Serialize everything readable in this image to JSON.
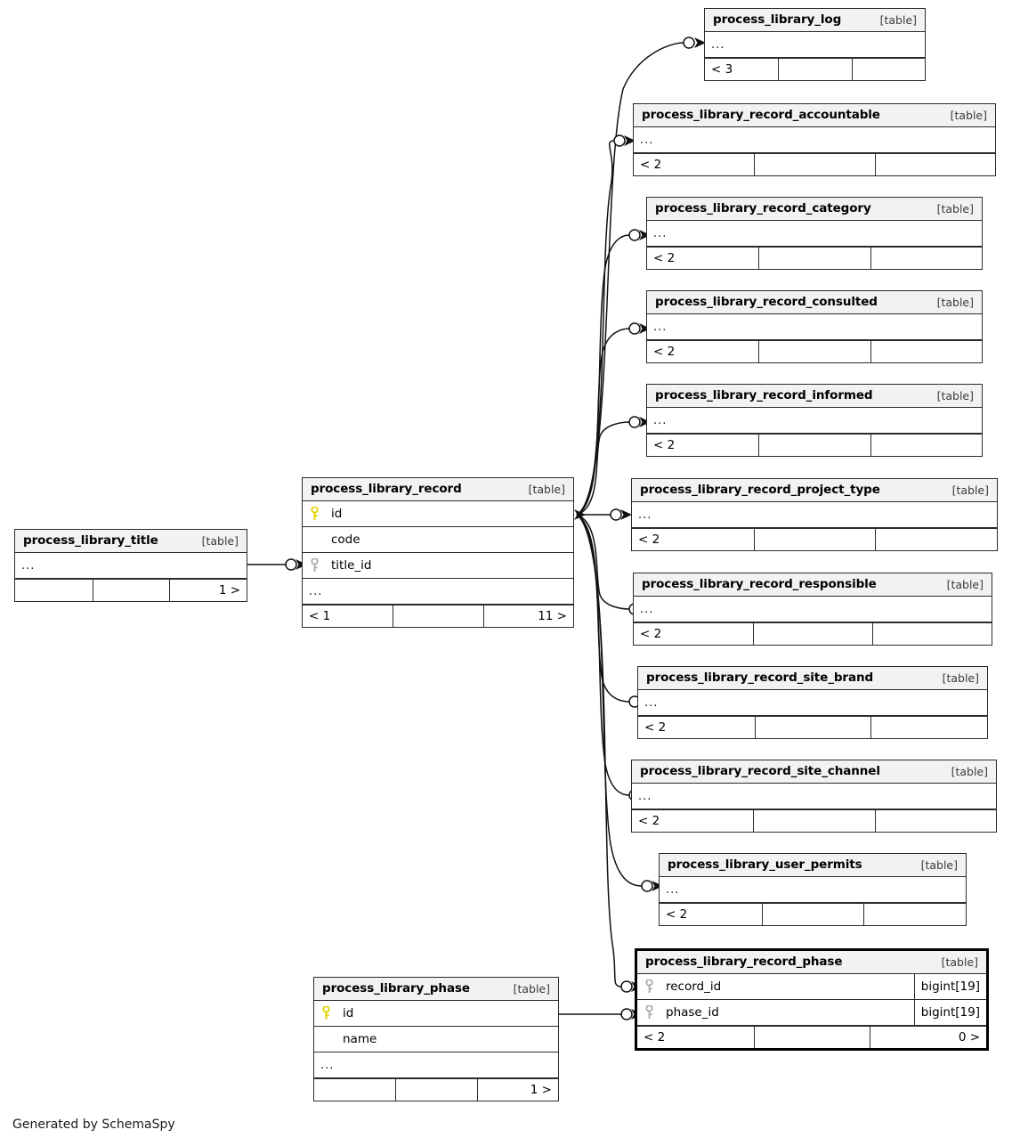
{
  "diagram": {
    "generator_note": "Generated by SchemaSpy",
    "table_tag": "[table]",
    "ellipsis": "...",
    "colors": {
      "header_bg": "#f2f2f2",
      "border": "#2b2b2b",
      "pk_key": "#e8d61e",
      "fk_key": "#a9a9a9",
      "focus_border": "#000000",
      "edge": "#1a1a1a"
    }
  },
  "tables": {
    "process_library_log": {
      "name": "process_library_log",
      "tag": "[table]",
      "rows": [
        {
          "key": "none",
          "name": "...",
          "type": ""
        }
      ],
      "footer": [
        "< 3",
        "",
        ""
      ],
      "focus": false
    },
    "process_library_record_accountable": {
      "name": "process_library_record_accountable",
      "tag": "[table]",
      "rows": [
        {
          "key": "none",
          "name": "...",
          "type": ""
        }
      ],
      "footer": [
        "< 2",
        "",
        ""
      ],
      "focus": false
    },
    "process_library_record_category": {
      "name": "process_library_record_category",
      "tag": "[table]",
      "rows": [
        {
          "key": "none",
          "name": "...",
          "type": ""
        }
      ],
      "footer": [
        "< 2",
        "",
        ""
      ],
      "focus": false
    },
    "process_library_record_consulted": {
      "name": "process_library_record_consulted",
      "tag": "[table]",
      "rows": [
        {
          "key": "none",
          "name": "...",
          "type": ""
        }
      ],
      "footer": [
        "< 2",
        "",
        ""
      ],
      "focus": false
    },
    "process_library_record_informed": {
      "name": "process_library_record_informed",
      "tag": "[table]",
      "rows": [
        {
          "key": "none",
          "name": "...",
          "type": ""
        }
      ],
      "footer": [
        "< 2",
        "",
        ""
      ],
      "focus": false
    },
    "process_library_record_project_type": {
      "name": "process_library_record_project_type",
      "tag": "[table]",
      "rows": [
        {
          "key": "none",
          "name": "...",
          "type": ""
        }
      ],
      "footer": [
        "< 2",
        "",
        ""
      ],
      "focus": false
    },
    "process_library_record_responsible": {
      "name": "process_library_record_responsible",
      "tag": "[table]",
      "rows": [
        {
          "key": "none",
          "name": "...",
          "type": ""
        }
      ],
      "footer": [
        "< 2",
        "",
        ""
      ],
      "focus": false
    },
    "process_library_record_site_brand": {
      "name": "process_library_record_site_brand",
      "tag": "[table]",
      "rows": [
        {
          "key": "none",
          "name": "...",
          "type": ""
        }
      ],
      "footer": [
        "< 2",
        "",
        ""
      ],
      "focus": false
    },
    "process_library_record_site_channel": {
      "name": "process_library_record_site_channel",
      "tag": "[table]",
      "rows": [
        {
          "key": "none",
          "name": "...",
          "type": ""
        }
      ],
      "footer": [
        "< 2",
        "",
        ""
      ],
      "focus": false
    },
    "process_library_user_permits": {
      "name": "process_library_user_permits",
      "tag": "[table]",
      "rows": [
        {
          "key": "none",
          "name": "...",
          "type": ""
        }
      ],
      "footer": [
        "< 2",
        "",
        ""
      ],
      "focus": false
    },
    "process_library_record_phase": {
      "name": "process_library_record_phase",
      "tag": "[table]",
      "rows": [
        {
          "key": "fk",
          "name": "record_id",
          "type": "bigint[19]"
        },
        {
          "key": "fk",
          "name": "phase_id",
          "type": "bigint[19]"
        }
      ],
      "footer": [
        "< 2",
        "",
        "0 >"
      ],
      "focus": true
    },
    "process_library_record": {
      "name": "process_library_record",
      "tag": "[table]",
      "rows": [
        {
          "key": "pk",
          "name": "id",
          "type": ""
        },
        {
          "key": "none",
          "name": "code",
          "type": ""
        },
        {
          "key": "fk",
          "name": "title_id",
          "type": ""
        },
        {
          "key": "none",
          "name": "...",
          "type": ""
        }
      ],
      "footer": [
        "< 1",
        "",
        "11 >"
      ],
      "focus": false
    },
    "process_library_title": {
      "name": "process_library_title",
      "tag": "[table]",
      "rows": [
        {
          "key": "none",
          "name": "...",
          "type": ""
        }
      ],
      "footer": [
        "",
        "",
        "1 >"
      ],
      "focus": false
    },
    "process_library_phase": {
      "name": "process_library_phase",
      "tag": "[table]",
      "rows": [
        {
          "key": "pk",
          "name": "id",
          "type": ""
        },
        {
          "key": "none",
          "name": "name",
          "type": ""
        },
        {
          "key": "none",
          "name": "...",
          "type": ""
        }
      ],
      "footer": [
        "",
        "",
        "1 >"
      ],
      "focus": false
    }
  }
}
